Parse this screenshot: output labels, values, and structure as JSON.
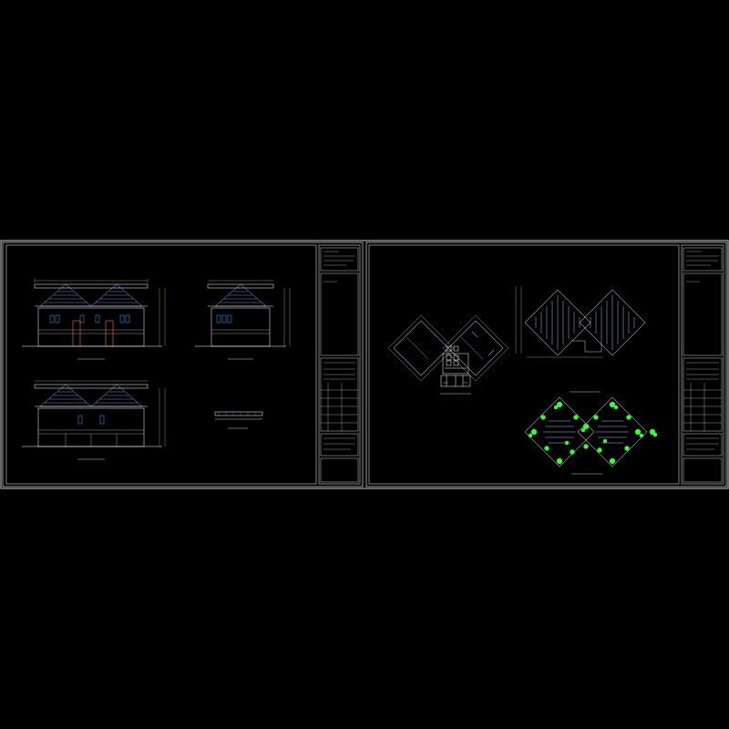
{
  "viewer": {
    "background": "#000000"
  },
  "sheets": [
    {
      "id": "elevations",
      "views": [
        {
          "id": "front-elevation",
          "caption": "",
          "type": "double-gable",
          "doors": true
        },
        {
          "id": "side-elevation",
          "caption": "",
          "type": "single-gable",
          "doors": false
        },
        {
          "id": "rear-elevation",
          "caption": "",
          "type": "double-gable",
          "doors": false
        },
        {
          "id": "section-detail",
          "caption": "",
          "type": "detail"
        }
      ]
    },
    {
      "id": "plans",
      "views": [
        {
          "id": "floor-plan",
          "caption": "",
          "type": "floor-plan"
        },
        {
          "id": "roof-plan",
          "caption": "",
          "type": "roof-plan"
        },
        {
          "id": "landscape-plan",
          "caption": "",
          "type": "landscape-plan"
        }
      ]
    }
  ],
  "colors": {
    "frame": "#ffffff",
    "roof": "#8fb8ff",
    "wall": "#ffffff",
    "window": "#33aaff",
    "door": "#ff7a30",
    "dimension": "#ffff66",
    "trees": "#33ff33",
    "hatch": "#9fc4ff"
  }
}
